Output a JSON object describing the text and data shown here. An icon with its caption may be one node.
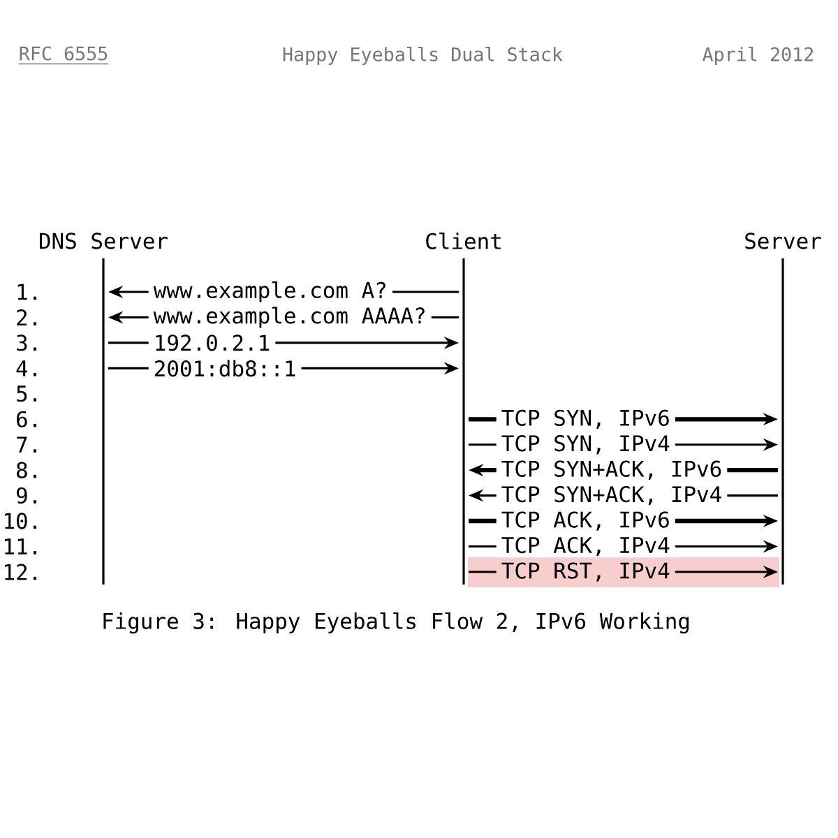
{
  "diagram": {
    "caption": "Figure 3: Happy Eyeballs Flow 2, IPv6 Working",
    "nodes": [
      {
        "text": [
          "DNS Server"
        ]
      },
      {
        "text": [
          "Client"
        ]
      },
      {
        "text": [
          "Server"
        ]
      }
    ],
    "edges": [
      {
        "from": 1,
        "to": 0,
        "arrow": "to",
        "label": "www.example.com A?"
      },
      {
        "from": 1,
        "to": 0,
        "arrow": "to",
        "label": "www.example.com AAAA?"
      },
      {
        "from": 0,
        "to": 1,
        "arrow": "to",
        "label": "192.0.2.1"
      },
      {
        "from": 0,
        "to": 1,
        "arrow": "to",
        "label": "2001:db8::1"
      },
      {
        "from": 1,
        "to": 2,
        "arrow": "to",
        "label": "TCP SYN, IPv6",
        "style": "thick"
      },
      {
        "from": 1,
        "to": 2,
        "arrow": "to",
        "label": "TCP SYN, IPv4"
      },
      {
        "from": 2,
        "to": 1,
        "arrow": "to",
        "label": "TCP SYN+ACK, IPv6",
        "style": "thick"
      },
      {
        "from": 2,
        "to": 1,
        "arrow": "to",
        "label": "TCP SYN+ACK, IPv4"
      },
      {
        "from": 1,
        "to": 2,
        "arrow": "to",
        "label": "TCP ACK, IPv6",
        "style": "thick"
      },
      {
        "from": 1,
        "to": 2,
        "arrow": "to",
        "label": "TCP ACK, IPv4"
      },
      {
        "from": 1,
        "to": 2,
        "arrow": "to",
        "label": "TCP RST, IPv4"
      }
    ],
    "labels": [
      "RFC 6555",
      "Happy Eyeballs Dual Stack",
      "April 2012",
      "1.",
      "2.",
      "3.",
      "4.",
      "5.",
      "6.",
      "7.",
      "8.",
      "9.",
      "10.",
      "11.",
      "12."
    ]
  }
}
